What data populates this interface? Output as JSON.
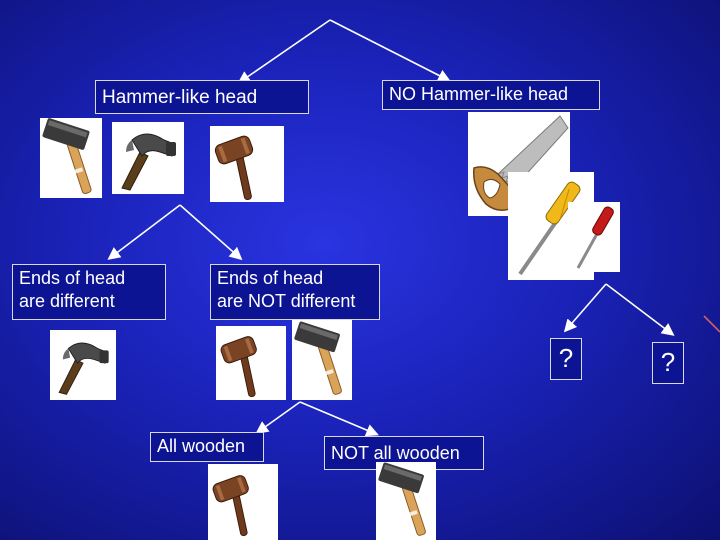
{
  "nodes": {
    "hammer_like_head": "Hammer-like head",
    "no_hammer_like_head": "NO Hammer-like head",
    "ends_different": [
      "Ends of head",
      "are different"
    ],
    "ends_not_different": [
      "Ends of head",
      "are NOT different"
    ],
    "all_wooden": "All wooden",
    "not_all_wooden": "NOT all wooden",
    "unknown_left": "?",
    "unknown_right": "?"
  },
  "colors": {
    "background": "#1a22b8",
    "box_fill": "#0d1494",
    "box_border": "#d8d8e8",
    "arrow": "#ffffff",
    "text": "#ffffff"
  },
  "icons": [
    "mallet-icon",
    "claw-hammer-icon",
    "gavel-icon",
    "saw-icon",
    "screwdriver-yellow-icon",
    "screwdriver-red-icon"
  ]
}
